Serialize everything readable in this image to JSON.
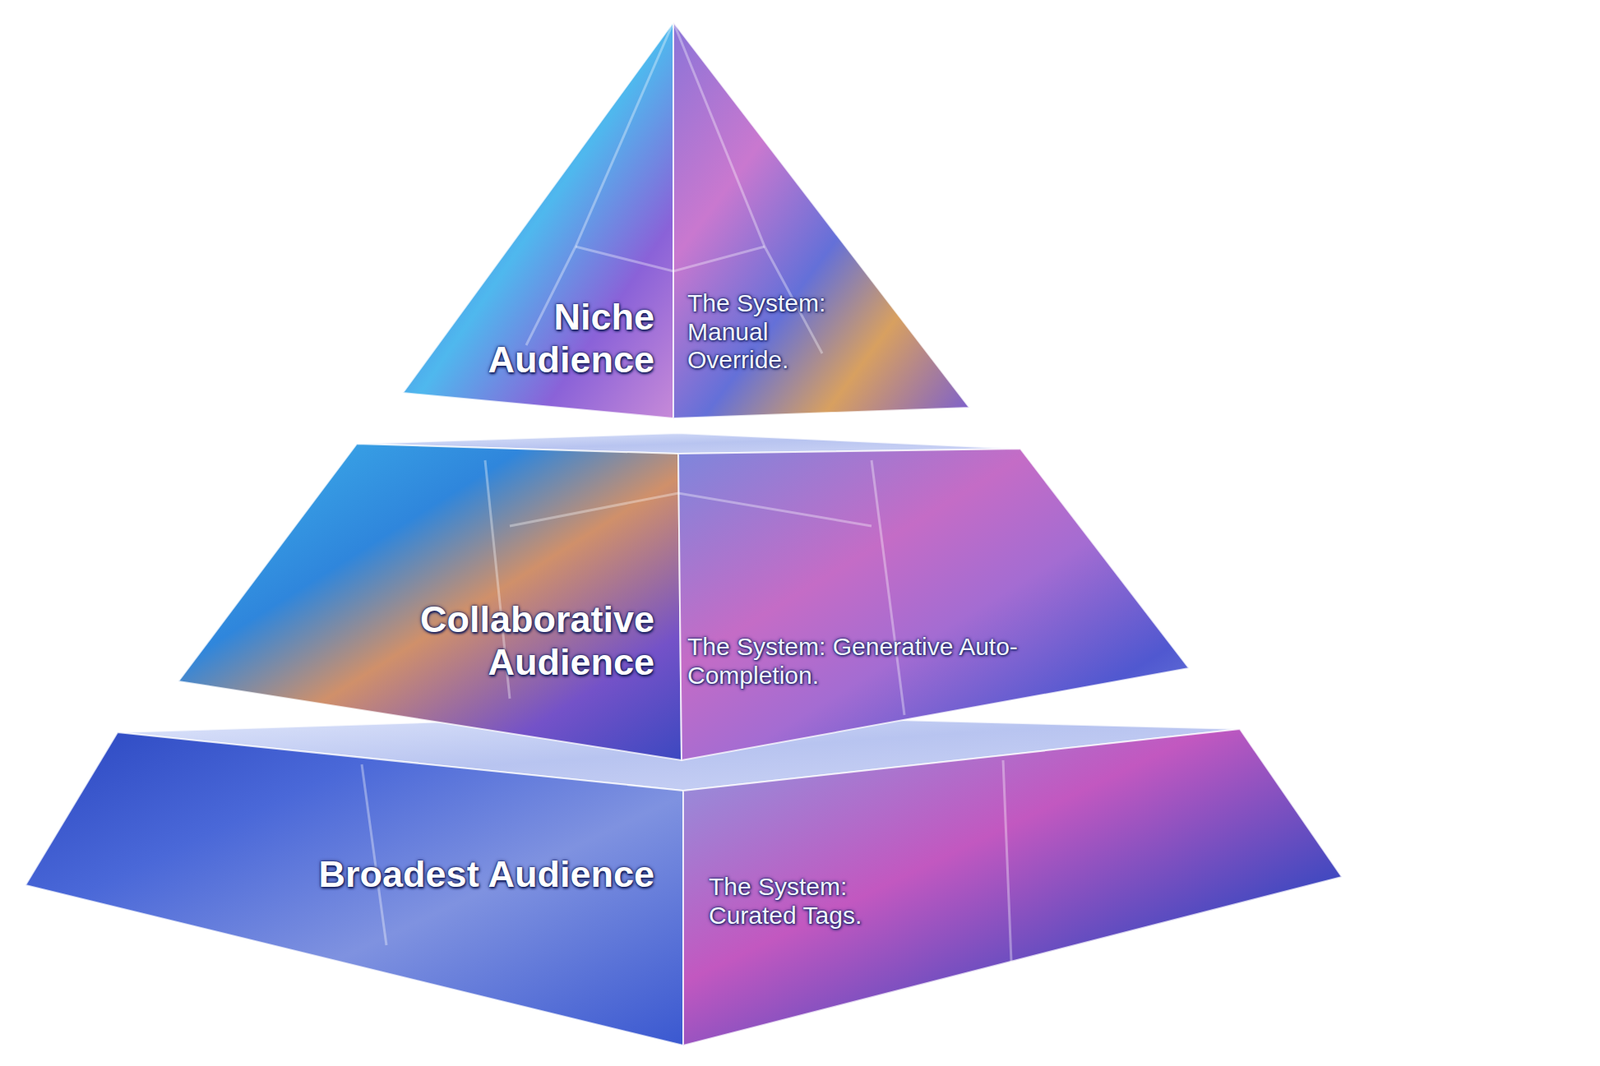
{
  "diagram": {
    "nodes": [
      {
        "text": [
          "Niche Audience",
          "The System: Manual Override."
        ]
      },
      {
        "text": [
          "Collaborative Audience",
          "The System: Generative Auto-Completion."
        ]
      },
      {
        "text": [
          "Broadest Audience",
          "The System: Curated Tags."
        ]
      }
    ]
  }
}
